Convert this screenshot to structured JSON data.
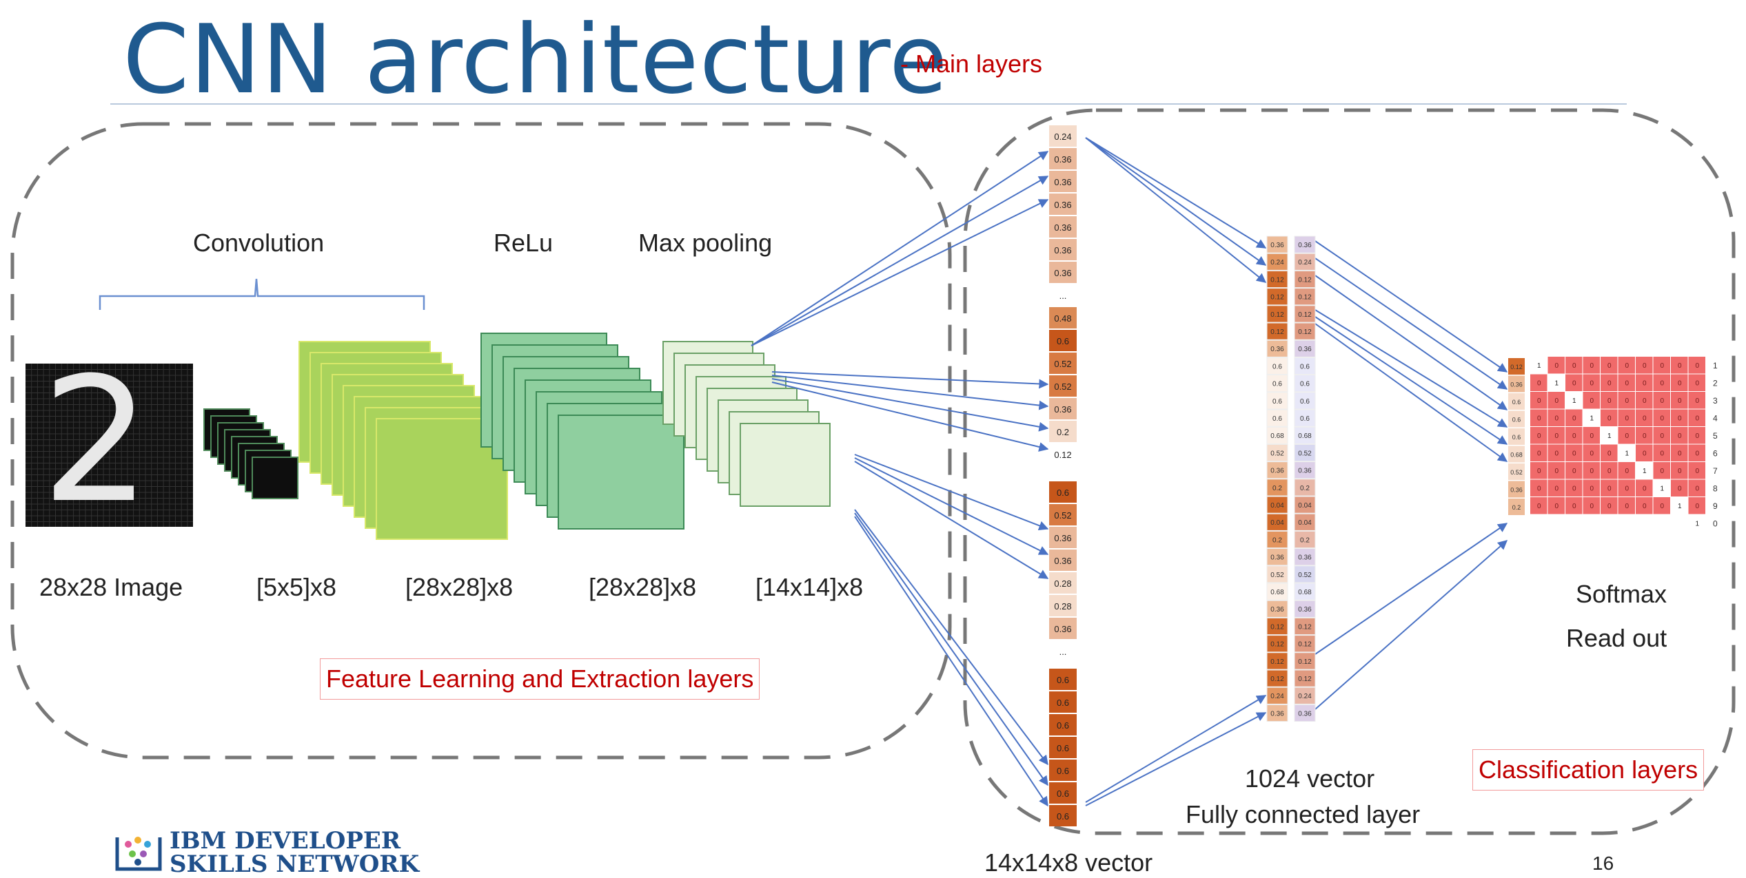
{
  "header": {
    "title": "CNN architecture",
    "subtitle": "- Main layers"
  },
  "feature_section": {
    "stage_labels": {
      "convolution": "Convolution",
      "relu": "ReLu",
      "max_pooling": "Max pooling"
    },
    "digit": "2",
    "dim_labels": {
      "image": "28x28 Image",
      "kernel": "[5x5]x8",
      "conv": "[28x28]x8",
      "relu": "[28x28]x8",
      "pool": "[14x14]x8"
    },
    "box_label": "Feature Learning and Extraction layers"
  },
  "classification_section": {
    "flatten_label": "14x14x8 vector",
    "flatten_values": [
      "0.24",
      "0.36",
      "0.36",
      "0.36",
      "0.36",
      "0.36",
      "0.36",
      "...",
      "0.48",
      "0.6",
      "0.52",
      "0.52",
      "0.36",
      "0.2",
      "0.12",
      "0.6",
      "0.52",
      "0.36",
      "0.36",
      "0.28",
      "0.28",
      "0.36",
      "...",
      "0.6",
      "0.6",
      "0.6",
      "0.6",
      "0.6",
      "0.6",
      "0.6"
    ],
    "fc_label_line1": "1024 vector",
    "fc_label_line2": "Fully connected layer",
    "fc_col1": [
      "0.36",
      "0.24",
      "0.12",
      "0.12",
      "0.12",
      "0.12",
      "0.36",
      "0.6",
      "0.6",
      "0.6",
      "0.6",
      "0.68",
      "0.52",
      "0.36",
      "0.2",
      "0.04",
      "0.04",
      "0.2",
      "0.36",
      "0.52",
      "0.68",
      "0.36",
      "0.12",
      "0.12",
      "0.12",
      "0.12",
      "0.24",
      "0.36"
    ],
    "fc_col2": [
      "0.36",
      "0.24",
      "0.12",
      "0.12",
      "0.12",
      "0.12",
      "0.36",
      "0.6",
      "0.6",
      "0.6",
      "0.6",
      "0.68",
      "0.52",
      "0.36",
      "0.2",
      "0.04",
      "0.04",
      "0.2",
      "0.36",
      "0.52",
      "0.68",
      "0.36",
      "0.12",
      "0.12",
      "0.12",
      "0.12",
      "0.24",
      "0.36"
    ],
    "softmax_label_line1": "Softmax",
    "softmax_label_line2": "Read out",
    "softmax_inputs": [
      "0.12",
      "0.36",
      "0.6",
      "0.6",
      "0.6",
      "0.68",
      "0.52",
      "0.36",
      "0.2"
    ],
    "softmax_row_labels": [
      "1",
      "2",
      "3",
      "4",
      "5",
      "6",
      "7",
      "8",
      "9",
      "0"
    ],
    "box_label": "Classification layers"
  },
  "footer": {
    "logo_line1": "IBM DEVELOPER",
    "logo_line2": "SKILLS NETWORK",
    "page_number": "16"
  },
  "colors": {
    "title": "#1f5a8f",
    "accent_red": "#c00000",
    "arrow": "#4a72c4",
    "softmax_cell": "#f06a6a",
    "conv_green": "#9ccc4a",
    "relu_green": "#7fc48f"
  }
}
